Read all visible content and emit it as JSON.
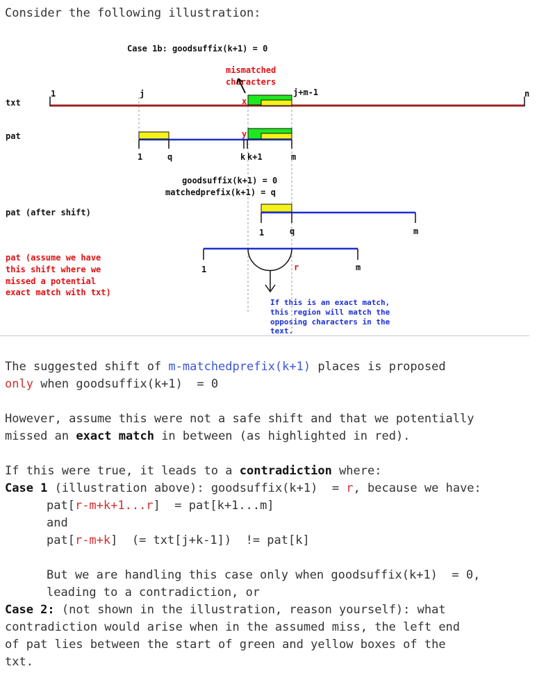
{
  "intro": "Consider the following illustration:",
  "figure": {
    "title": "Case 1b: goodsuffix(k+1) = 0",
    "mismatch_label_1": "mismatched",
    "mismatch_label_2": "characters",
    "rows": {
      "txt": "txt",
      "pat": "pat",
      "pat_after": "pat (after shift)",
      "assume": [
        "pat (assume we have",
        "this shift where we",
        "missed a potential",
        "exact match with txt)"
      ]
    },
    "txt_marks": {
      "one": "1",
      "j": "j",
      "jm1": "j+m-1",
      "n": "n",
      "x": "x"
    },
    "pat_marks": {
      "y": "y",
      "one": "1",
      "q": "q",
      "k": "k",
      "k1": "k+1",
      "m": "m"
    },
    "formula_1": "goodsuffix(k+1) = 0",
    "formula_2": "matchedprefix(k+1) = q",
    "after_marks": {
      "one": "1",
      "q": "q",
      "m": "m"
    },
    "assume_marks": {
      "one": "1",
      "r": "r",
      "m": "m"
    },
    "note": [
      "If this is an exact match,",
      "this region will match the",
      "opposing characters in the",
      "text."
    ],
    "colors": {
      "txt_line": "#a21f1f",
      "pat_line": "#1a2fd6",
      "green": "#1ee81e",
      "yellow": "#f4f21a",
      "red_text": "#e01010",
      "blue_text": "#1a2fd6"
    }
  },
  "prose": {
    "p1_a": "The suggested shift of ",
    "p1_code": "m-matchedprefix(k+1)",
    "p1_b": " places is proposed",
    "p1_only": "only",
    "p1_c": " when goodsuffix(k+1)  = 0",
    "p2_a": "However, assume this were not a safe shift and that we potentially",
    "p2_b": "missed an ",
    "p2_bold": "exact match",
    "p2_c": " in between (as highlighted in red).",
    "p3": "If this were true, it leads to a ",
    "p3_bold": "contradiction",
    "p3_end": " where:",
    "c1_label": "Case 1",
    "c1_a": " (illustration above): goodsuffix(k+1)  = ",
    "c1_r": "r",
    "c1_b": ", because we have:",
    "e1_a": "pat[",
    "e1_r1": "r-m+k+1...r",
    "e1_b": "]  = pat[k+1...m]",
    "and": "and",
    "e2_a": "pat[",
    "e2_r": "r-m+k",
    "e2_b": "]  (= txt[j+k-1])  != pat[k]",
    "but_1": "But we are handling this case only when goodsuffix(k+1)  = 0,",
    "but_2": "leading to a contradiction, or",
    "c2_label": "Case 2:",
    "c2_a": " (not shown in the illustration, reason yourself): what",
    "c2_b": "contradiction would arise when in the assumed miss, the left end",
    "c2_c": "of pat lies between the start of green and yellow boxes of the",
    "c2_d": "txt."
  }
}
